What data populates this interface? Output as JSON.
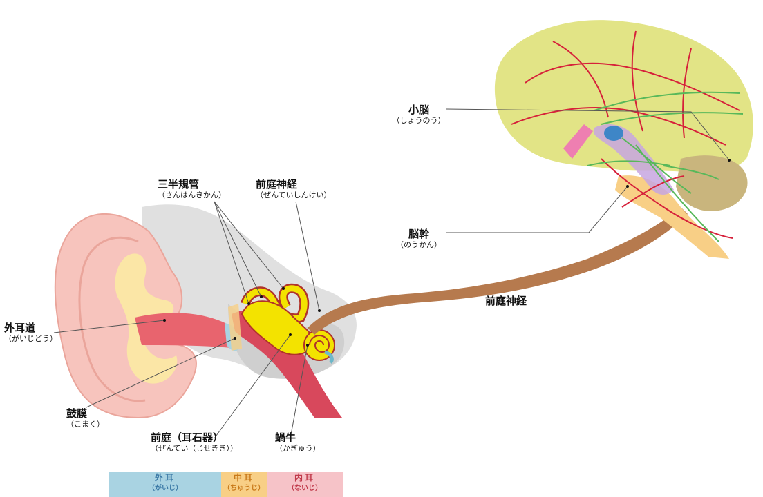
{
  "labels": {
    "outer_canal": {
      "name": "外耳道",
      "reading": "（がいじどう）"
    },
    "eardrum": {
      "name": "鼓膜",
      "reading": "（こまく）"
    },
    "semicircular": {
      "name": "三半規管",
      "reading": "（さんはんきかん）"
    },
    "vestibular_nerve_ear": {
      "name": "前庭神経",
      "reading": "（ぜんていしんけい）"
    },
    "vestibule": {
      "name": "前庭（耳石器）",
      "reading": "（ぜんてい（じせきき））"
    },
    "cochlea": {
      "name": "蝸牛",
      "reading": "（かぎゅう）"
    },
    "cerebellum": {
      "name": "小脳",
      "reading": "（しょうのう）"
    },
    "brainstem": {
      "name": "脳幹",
      "reading": "（のうかん）"
    },
    "vestibular_nerve_brain": {
      "name": "前庭神経"
    }
  },
  "legend": [
    {
      "name": "外耳",
      "reading": "（がいじ）",
      "color": "#a9d3e2",
      "text_color": "#3b79a6"
    },
    {
      "name": "中耳",
      "reading": "（ちゅうじ）",
      "color": "#f8cf86",
      "text_color": "#c97a1a"
    },
    {
      "name": "内耳",
      "reading": "（ないじ）",
      "color": "#f6c3c8",
      "text_color": "#c0394a"
    }
  ],
  "colors": {
    "outer_ear_skin": "#f7c4bd",
    "cartilage": "#fbe6a6",
    "canal": "#e8646e",
    "inner_ear": "#f3e300",
    "nerve": "#b67a4e",
    "brain": "#e2e486",
    "artery": "#d6203a",
    "pathway": "#58b85a"
  }
}
